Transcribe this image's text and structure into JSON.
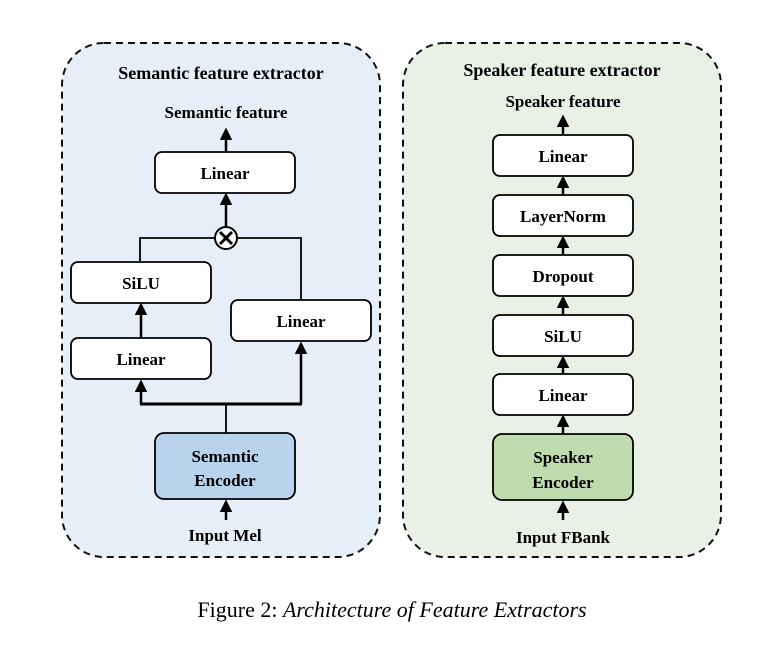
{
  "semantic_panel": {
    "title": "Semantic feature extractor",
    "output_label": "Semantic feature",
    "input_label": "Input Mel",
    "top_linear": "Linear",
    "silu": "SiLU",
    "left_linear": "Linear",
    "right_linear": "Linear",
    "encoder_line1": "Semantic",
    "encoder_line2": "Encoder",
    "multiply_icon": "circle-times-icon"
  },
  "speaker_panel": {
    "title": "Speaker feature extractor",
    "output_label": "Speaker feature",
    "input_label": "Input FBank",
    "linear_top": "Linear",
    "layernorm": "LayerNorm",
    "dropout": "Dropout",
    "silu": "SiLU",
    "linear_bottom": "Linear",
    "encoder_line1": "Speaker",
    "encoder_line2": "Encoder"
  },
  "caption": {
    "prefix": "Figure 2:",
    "text": "Architecture of Feature Extractors"
  },
  "colors": {
    "semantic_bg": "#e6eef8",
    "speaker_bg": "#e9f1e6",
    "semantic_encoder_fill": "#b8d3eb",
    "speaker_encoder_fill": "#bfdcae"
  }
}
